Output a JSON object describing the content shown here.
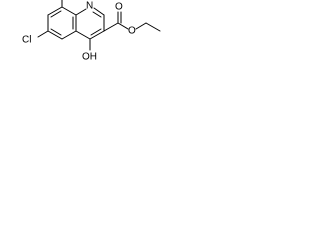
{
  "molecule": {
    "atom_labels": {
      "nitrogen": "N",
      "chlorine": "Cl",
      "ring_oxygen": "O",
      "ester_oxygen": "O",
      "hydroxyl": "OH"
    }
  },
  "colors": {
    "bond": "#000000",
    "label": "#000000",
    "background": "#ffffff"
  }
}
